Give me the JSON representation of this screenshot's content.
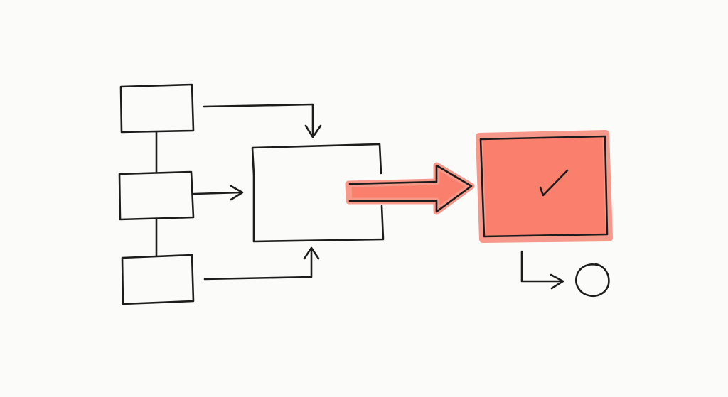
{
  "diagram": {
    "style": "hand-drawn flowchart",
    "colors": {
      "background": "#fbfbfa",
      "ink": "#1c1c1c",
      "highlight_fill": "#fa7f6c",
      "highlight_halo": "#f6988a"
    },
    "nodes": [
      {
        "id": "input-top",
        "shape": "rectangle"
      },
      {
        "id": "input-middle",
        "shape": "rectangle"
      },
      {
        "id": "input-bottom",
        "shape": "rectangle"
      },
      {
        "id": "process",
        "shape": "rectangle"
      },
      {
        "id": "result",
        "shape": "rectangle",
        "highlighted": true,
        "icon": "checkmark-icon"
      },
      {
        "id": "end",
        "shape": "circle"
      }
    ],
    "edges": [
      {
        "from": "input-top",
        "to": "input-middle",
        "type": "line"
      },
      {
        "from": "input-middle",
        "to": "input-bottom",
        "type": "line"
      },
      {
        "from": "input-top",
        "to": "process",
        "type": "arrow"
      },
      {
        "from": "input-middle",
        "to": "process",
        "type": "arrow"
      },
      {
        "from": "input-bottom",
        "to": "process",
        "type": "arrow"
      },
      {
        "from": "process",
        "to": "result",
        "type": "block-arrow",
        "highlighted": true
      },
      {
        "from": "result",
        "to": "end",
        "type": "arrow"
      }
    ]
  }
}
